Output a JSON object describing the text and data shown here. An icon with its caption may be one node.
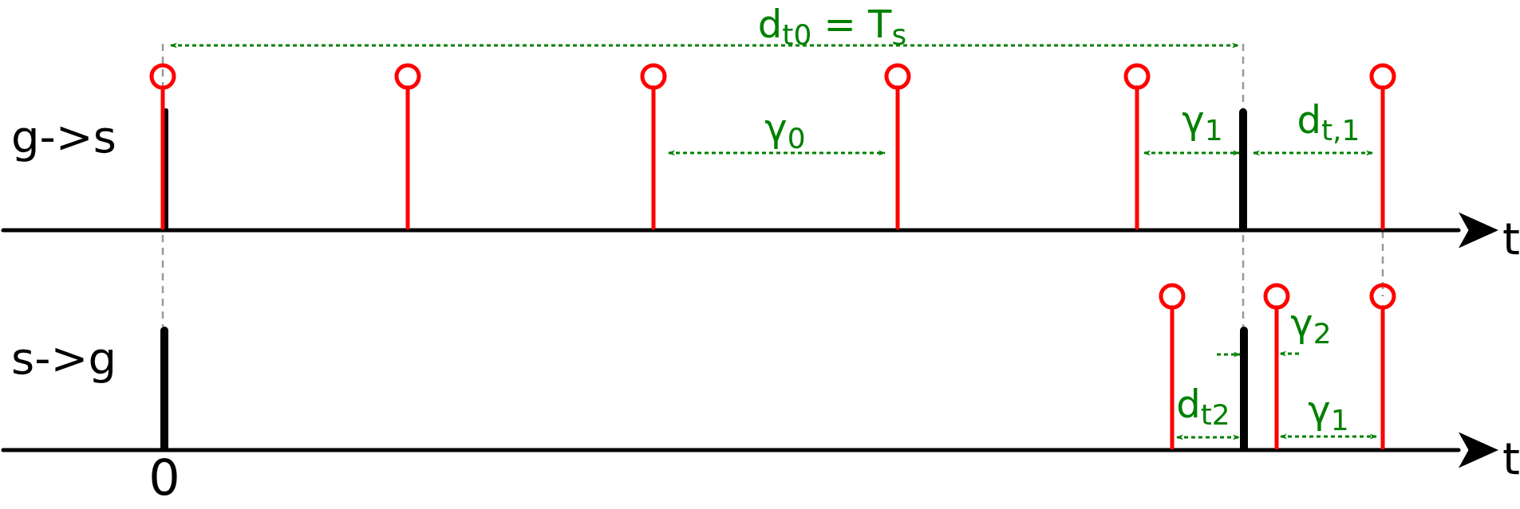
{
  "diagram": {
    "labels": [
      "d$_{t0}$ = T$_{s}$",
      "g->s",
      "γ$_{0}$",
      "γ$_{1}$",
      "d$_{t,1}$",
      "t",
      "s->g",
      "γ$_{2}$",
      "d$_{t2}$",
      "γ$_{1}$",
      "t",
      "0"
    ]
  }
}
